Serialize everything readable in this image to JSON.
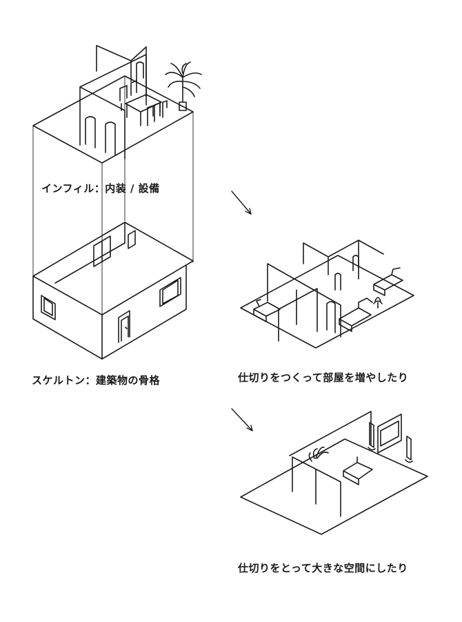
{
  "labels": {
    "infill": "インフィル：内装 / 設備",
    "skeleton": "スケルトン：建築物の骨格",
    "add_partitions": "仕切りをつくって部屋を増やしたり",
    "remove_partitions": "仕切りをとって大きな空間にしたり"
  },
  "colors": {
    "ink": "#1a1a1a",
    "background": "#ffffff"
  }
}
